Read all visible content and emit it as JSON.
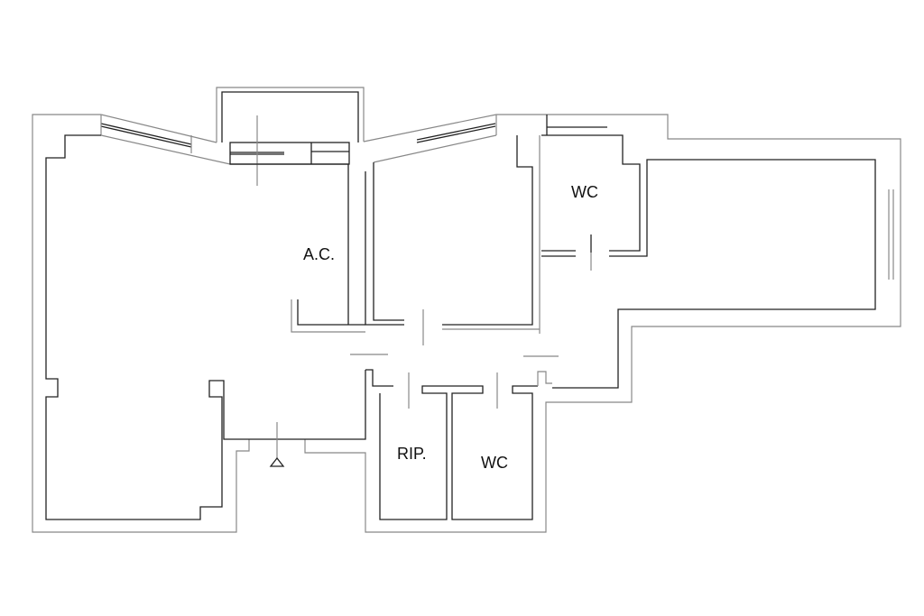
{
  "rooms": [
    {
      "id": "living",
      "label": "A.C."
    },
    {
      "id": "wc-upper",
      "label": "WC"
    },
    {
      "id": "storage",
      "label": "RIP."
    },
    {
      "id": "wc-lower",
      "label": "WC"
    }
  ]
}
